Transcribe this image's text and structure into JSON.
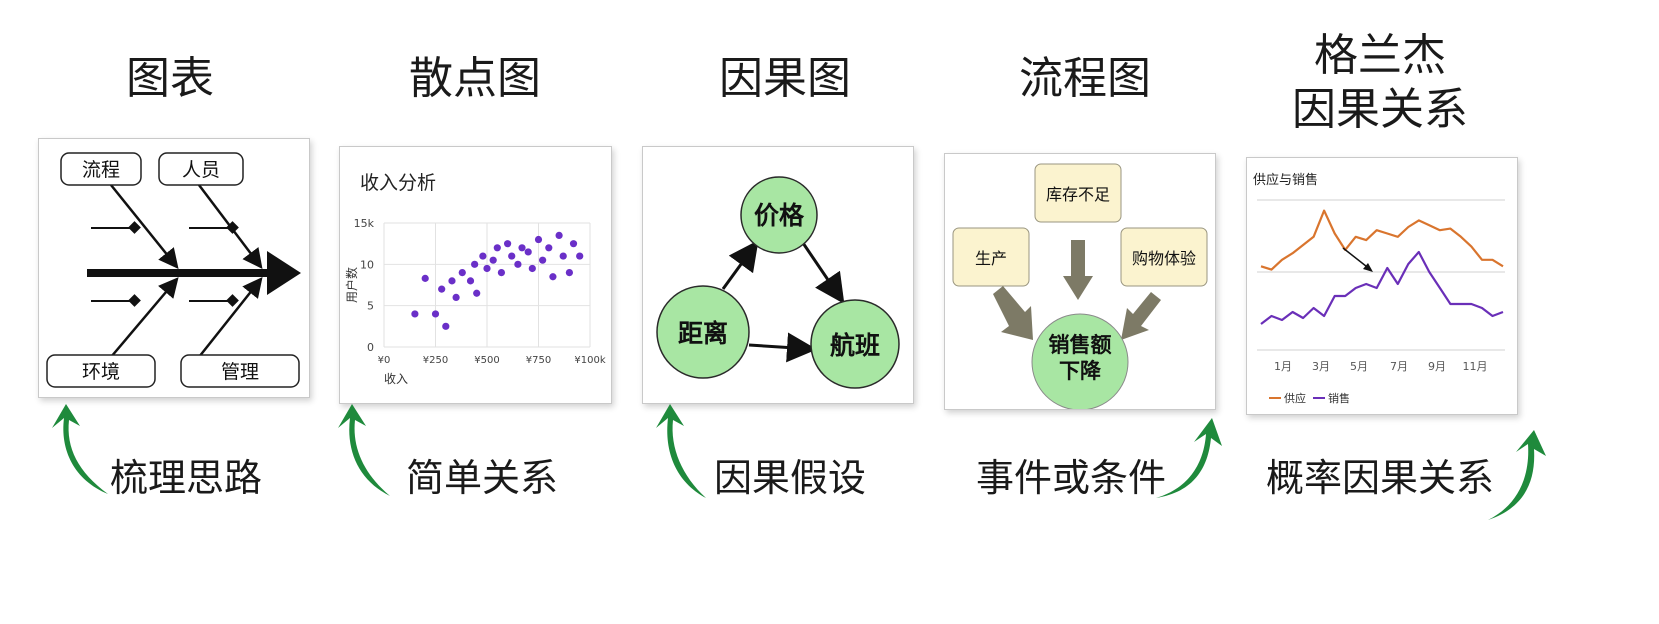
{
  "colors": {
    "arrow_green": "#1f8a3c",
    "node_green": "#a8e6a3",
    "box_yellow": "#fbf3cf",
    "supply": "#d9752e",
    "sales": "#6a2fb8",
    "scatter": "#6a2fc8",
    "feedback_arrow": "#7d7a66"
  },
  "columns": [
    {
      "title": "图表",
      "caption": "梳理思路"
    },
    {
      "title": "散点图",
      "caption": "简单关系"
    },
    {
      "title": "因果图",
      "caption": "因果假设"
    },
    {
      "title": "流程图",
      "caption": "事件或条件"
    },
    {
      "title_line1": "格兰杰",
      "title_line2": "因果关系",
      "caption": "概率因果关系"
    }
  ],
  "fishbone": {
    "labels": [
      "流程",
      "人员",
      "环境",
      "管理"
    ]
  },
  "scatter": {
    "chart_data": {
      "type": "scatter",
      "title": "收入分析",
      "xlabel": "收入",
      "ylabel": "用户数",
      "xlim": [
        0,
        100
      ],
      "ylim": [
        0,
        15
      ],
      "x_ticks": [
        "¥0",
        "¥250",
        "¥500",
        "¥750",
        "¥100k"
      ],
      "y_ticks": [
        "0",
        "5",
        "10",
        "15k"
      ],
      "points": [
        [
          15,
          4
        ],
        [
          20,
          8.3
        ],
        [
          25,
          4
        ],
        [
          28,
          7
        ],
        [
          30,
          2.5
        ],
        [
          33,
          8
        ],
        [
          35,
          6
        ],
        [
          38,
          9
        ],
        [
          42,
          8
        ],
        [
          44,
          10
        ],
        [
          45,
          6.5
        ],
        [
          48,
          11
        ],
        [
          50,
          9.5
        ],
        [
          53,
          10.5
        ],
        [
          55,
          12
        ],
        [
          57,
          9
        ],
        [
          60,
          12.5
        ],
        [
          62,
          11
        ],
        [
          65,
          10
        ],
        [
          67,
          12
        ],
        [
          70,
          11.5
        ],
        [
          72,
          9.5
        ],
        [
          75,
          13
        ],
        [
          77,
          10.5
        ],
        [
          80,
          12
        ],
        [
          82,
          8.5
        ],
        [
          85,
          13.5
        ],
        [
          87,
          11
        ],
        [
          90,
          9
        ],
        [
          92,
          12.5
        ],
        [
          95,
          11
        ]
      ],
      "grid": true
    }
  },
  "causal": {
    "nodes": [
      "价格",
      "距离",
      "航班"
    ]
  },
  "flow": {
    "boxes": [
      "库存不足",
      "生产",
      "购物体验"
    ],
    "center": "销售额\n下降"
  },
  "granger": {
    "chart_data": {
      "type": "line",
      "title": "供应与销售",
      "categories": [
        "1月",
        "3月",
        "5月",
        "7月",
        "9月",
        "11月"
      ],
      "series": [
        {
          "name": "供应",
          "values": [
            62,
            60,
            66,
            70,
            75,
            80,
            96,
            82,
            72,
            80,
            78,
            84,
            82,
            80,
            86,
            90,
            87,
            84,
            85,
            80,
            74,
            66,
            66,
            62
          ]
        },
        {
          "name": "销售",
          "values": [
            12,
            16,
            14,
            18,
            15,
            20,
            16,
            26,
            26,
            30,
            32,
            30,
            40,
            32,
            42,
            48,
            38,
            30,
            22,
            22,
            22,
            20,
            16,
            18
          ]
        }
      ],
      "legend": "bottom-left"
    }
  }
}
